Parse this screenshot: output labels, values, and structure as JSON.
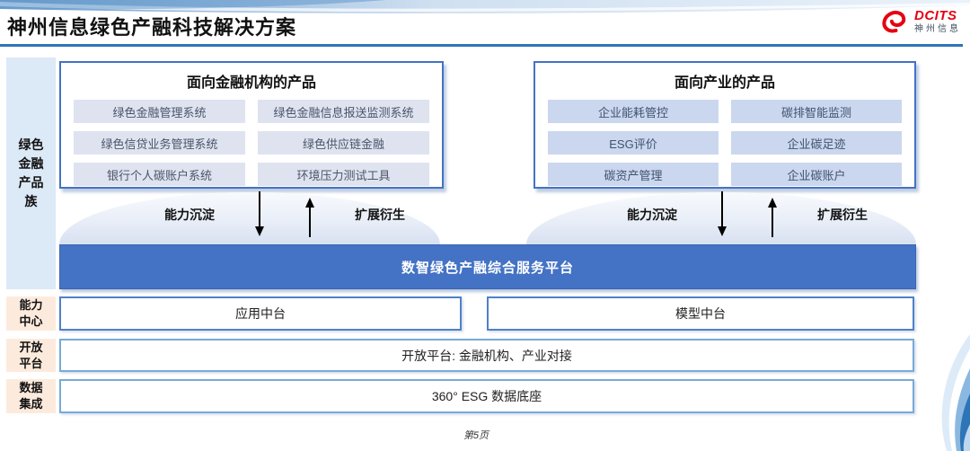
{
  "header": {
    "title": "神州信息绿色产融科技解决方案",
    "logo": {
      "icon": "dcits-swirl-icon",
      "brand": "DCITS",
      "brand_cn": "神州信息",
      "brand_color": "#e60012"
    }
  },
  "sidebar": {
    "product_family_label": "绿色金融产品族",
    "rows": [
      {
        "label": "能力中心"
      },
      {
        "label": "开放平台"
      },
      {
        "label": "数据集成"
      }
    ]
  },
  "product_boxes": [
    {
      "title": "面向金融机构的产品",
      "items": [
        "绿色金融管理系统",
        "绿色金融信息报送监测系统",
        "绿色信贷业务管理系统",
        "绿色供应链金融",
        "银行个人碳账户系统",
        "环境压力测试工具"
      ]
    },
    {
      "title": "面向产业的产品",
      "items": [
        "企业能耗管控",
        "碳排智能监测",
        "ESG评价",
        "企业碳足迹",
        "碳资产管理",
        "企业碳账户"
      ]
    }
  ],
  "arrows": {
    "down_label": "能力沉淀",
    "up_label": "扩展衍生"
  },
  "platform_bar": {
    "label": "数智绿色产融综合服务平台",
    "color": "#4472c4"
  },
  "middle_row": {
    "left": "应用中台",
    "right": "模型中台"
  },
  "open_platform_row": {
    "label": "开放平台: 金融机构、产业对接"
  },
  "data_row": {
    "label": "360° ESG 数据底座"
  },
  "footer": {
    "page_label": "第5页"
  },
  "colors": {
    "platform_blue": "#4472c4",
    "header_rule_blue": "#2e75b6",
    "sidebar_blue_bg": "#dce9f6",
    "sidebar_peach_bg": "#fcebdd",
    "pill_left_bg": "#dfe3f0",
    "pill_right_bg": "#cbd7ee",
    "logo_red": "#e60012"
  }
}
